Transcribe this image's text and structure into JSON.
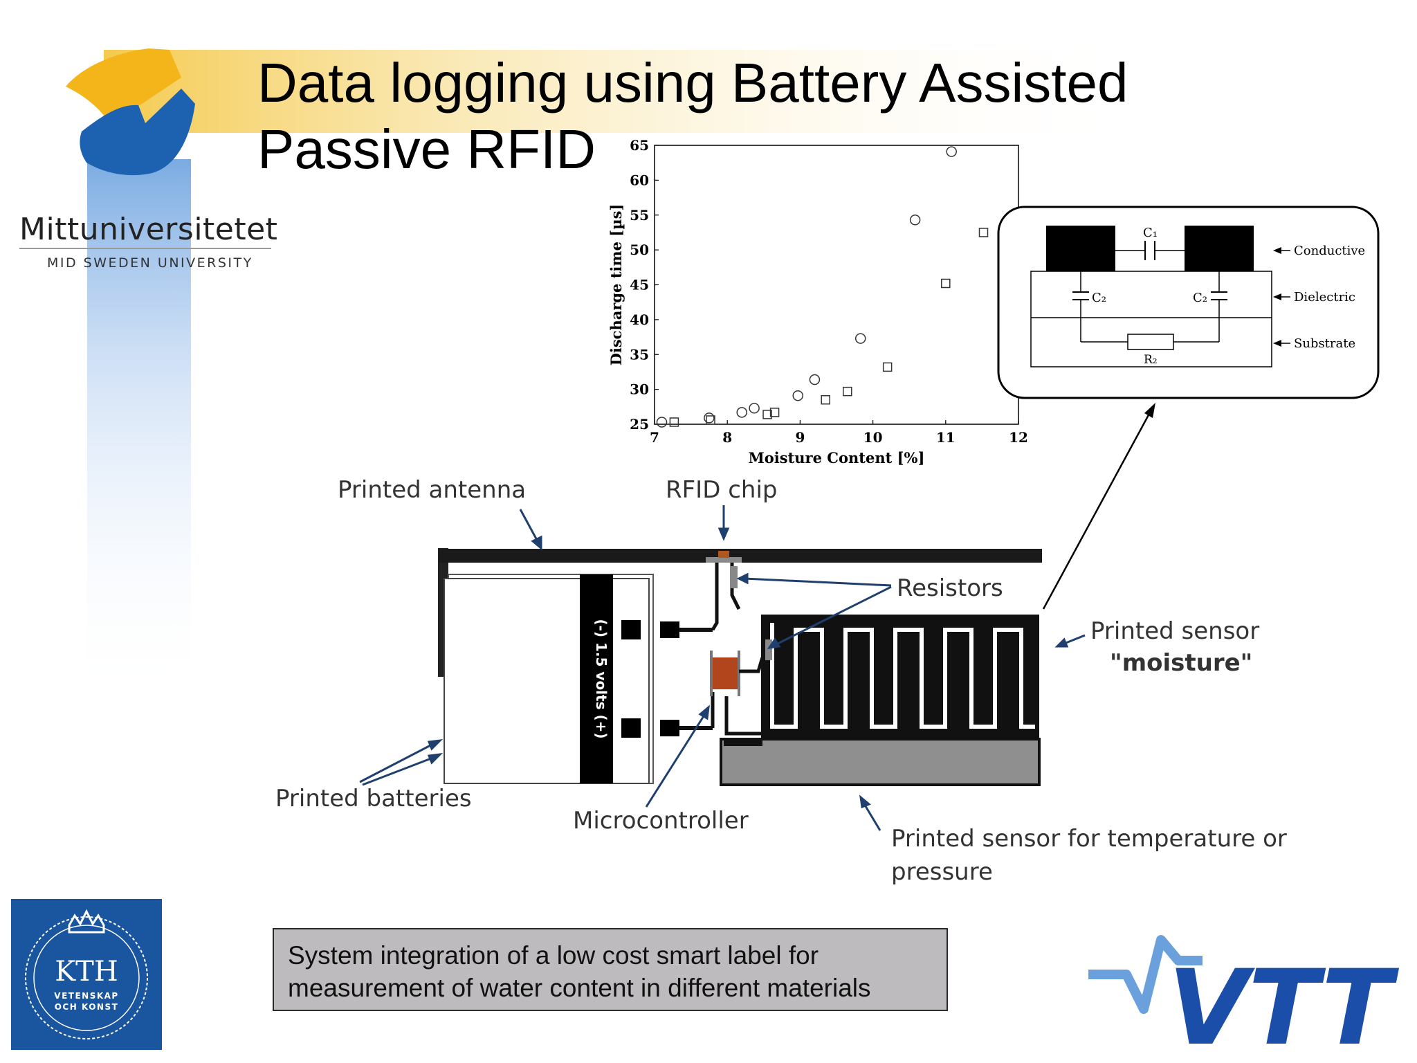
{
  "slide": {
    "title_line1": "Data logging using Battery Assisted",
    "title_line2": "Passive RFID"
  },
  "university": {
    "name": "Mittuniversitetet",
    "subtitle": "MID SWEDEN UNIVERSITY"
  },
  "chart_data": {
    "type": "scatter",
    "title": "",
    "xlabel": "Moisture Content [%]",
    "ylabel": "Discharge time [µs]",
    "xlim": [
      7,
      12
    ],
    "ylim": [
      25,
      65
    ],
    "x_ticks": [
      7,
      8,
      9,
      10,
      11,
      12
    ],
    "y_ticks": [
      25,
      30,
      35,
      40,
      45,
      50,
      55,
      60,
      65
    ],
    "grid": false,
    "series": [
      {
        "marker": "circle",
        "x": [
          7.1,
          7.75,
          8.2,
          8.37,
          8.97,
          9.2,
          9.83,
          10.58,
          11.08
        ],
        "y": [
          25.3,
          25.9,
          26.7,
          27.3,
          29.1,
          31.4,
          37.3,
          54.3,
          64.1
        ]
      },
      {
        "marker": "square",
        "x": [
          7.27,
          7.77,
          8.55,
          8.65,
          9.35,
          9.65,
          10.2,
          11.0,
          11.52
        ],
        "y": [
          25.3,
          25.6,
          26.4,
          26.7,
          28.5,
          29.7,
          33.2,
          45.2,
          52.5
        ]
      }
    ]
  },
  "circuit": {
    "c1_label": "C₁",
    "c2_left_label": "C₂",
    "c2_right_label": "C₂",
    "r2_label": "R₂",
    "layer_conductive": "Conductive",
    "layer_dielectric": "Dielectric",
    "layer_substrate": "Substrate"
  },
  "diagram": {
    "printed_antenna": "Printed antenna",
    "rfid_chip": "RFID chip",
    "resistors": "Resistors",
    "printed_sensor_line1": "Printed sensor",
    "printed_sensor_line2": "\"moisture\"",
    "battery_label": "(-)  1.5 volts  (+)",
    "printed_batteries": "Printed batteries",
    "microcontroller": "Microcontroller",
    "temp_sensor_line1": "Printed sensor for temperature or",
    "temp_sensor_line2": "pressure"
  },
  "caption": {
    "line1": "System integration of a low cost smart label for",
    "line2": "measurement of water content in different materials"
  },
  "logos": {
    "kth_text": "KTH",
    "kth_sub1": "VETENSKAP",
    "kth_sub2": "OCH KONST",
    "kth_color": "#1a55a0",
    "vtt_text": "VTT",
    "vtt_color": "#1a4ea8",
    "vtt_light_color": "#6aa0dc",
    "mittuni_yellow": "#f3b51a",
    "mittuni_blue": "#1c62b0"
  }
}
